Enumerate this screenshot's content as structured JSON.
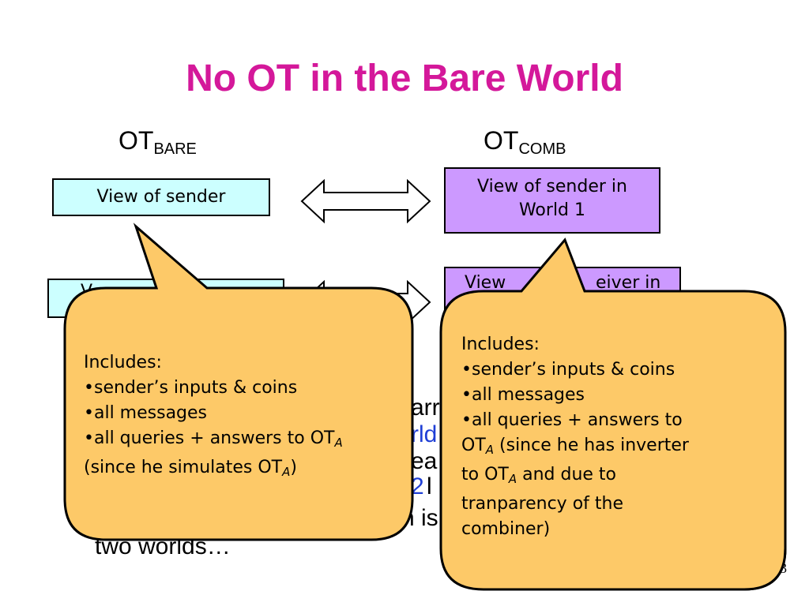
{
  "slide": {
    "title": "No OT in the Bare World",
    "page_number": "23"
  },
  "labels": {
    "left": {
      "main": "OT",
      "sub": "BARE"
    },
    "right": {
      "main": "OT",
      "sub": "COMB"
    }
  },
  "boxes": {
    "sender_bare": "View of sender",
    "sender_comb_line1": "View of sender in",
    "sender_comb_line2": "World 1",
    "receiver_bare_visible": "V",
    "receiver_comb_left": "View",
    "receiver_comb_right": "eiver in"
  },
  "background_text": {
    "frag_arr": "arr",
    "frag_rld": "rld",
    "frag_ea": "ea",
    "frag_2": "2",
    "frag_l": "l",
    "frag_n_is": "n is",
    "line_bottom": "two worlds…"
  },
  "callouts": {
    "left": {
      "line1": "Includes:",
      "line2": "•sender’s inputs & coins",
      "line3": "•all messages",
      "line4_pre": "•all queries + answers to OT",
      "line4_sub": "A",
      "line5_pre": "(since he simulates OT",
      "line5_sub": "A",
      "line5_post": ")"
    },
    "right": {
      "line1": "Includes:",
      "line2": "•sender’s inputs & coins",
      "line3": "•all messages",
      "line4": "•all queries + answers to",
      "line5_pre": "OT",
      "line5_sub": "A",
      "line5_post": " (since he has inverter",
      "line6_pre": "to OT",
      "line6_sub": "A",
      "line6_post": " and due to",
      "line7": "tranparency of the",
      "line8": "combiner)"
    }
  },
  "colors": {
    "title": "#d4189a",
    "cyan_box": "#ccffff",
    "purple_box": "#cc99ff",
    "callout_fill": "#fdc968",
    "blue_text": "#1f3fd6"
  }
}
